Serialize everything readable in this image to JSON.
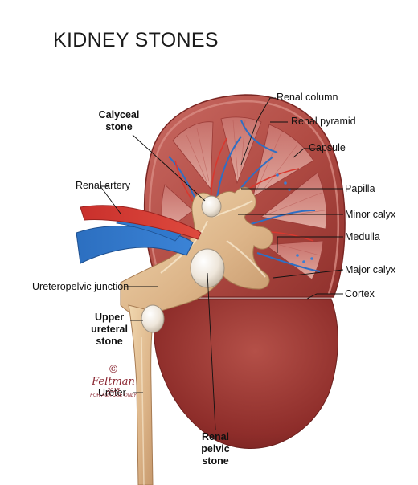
{
  "title": "KIDNEY STONES",
  "labels": {
    "renal_column": "Renal column",
    "renal_pyramid": "Renal pyramid",
    "capsule": "Capsule",
    "papilla": "Papilla",
    "minor_calyx": "Minor calyx",
    "medulla": "Medulla",
    "major_calyx": "Major calyx",
    "cortex": "Cortex",
    "renal_artery": "Renal artery",
    "ureteropelvic_junction": "Ureteropelvic junction",
    "ureter": "Ureter",
    "calyceal_stone": [
      "Calyceal",
      "stone"
    ],
    "upper_ureteral_stone": [
      "Upper",
      "ureteral",
      "stone"
    ],
    "renal_pelvic_stone": [
      "Renal",
      "pelvic",
      "stone"
    ]
  },
  "credit": {
    "copyright": "©",
    "signature": "Feltman",
    "year": "2018",
    "note": "FOR AUA USE ONLY"
  }
}
